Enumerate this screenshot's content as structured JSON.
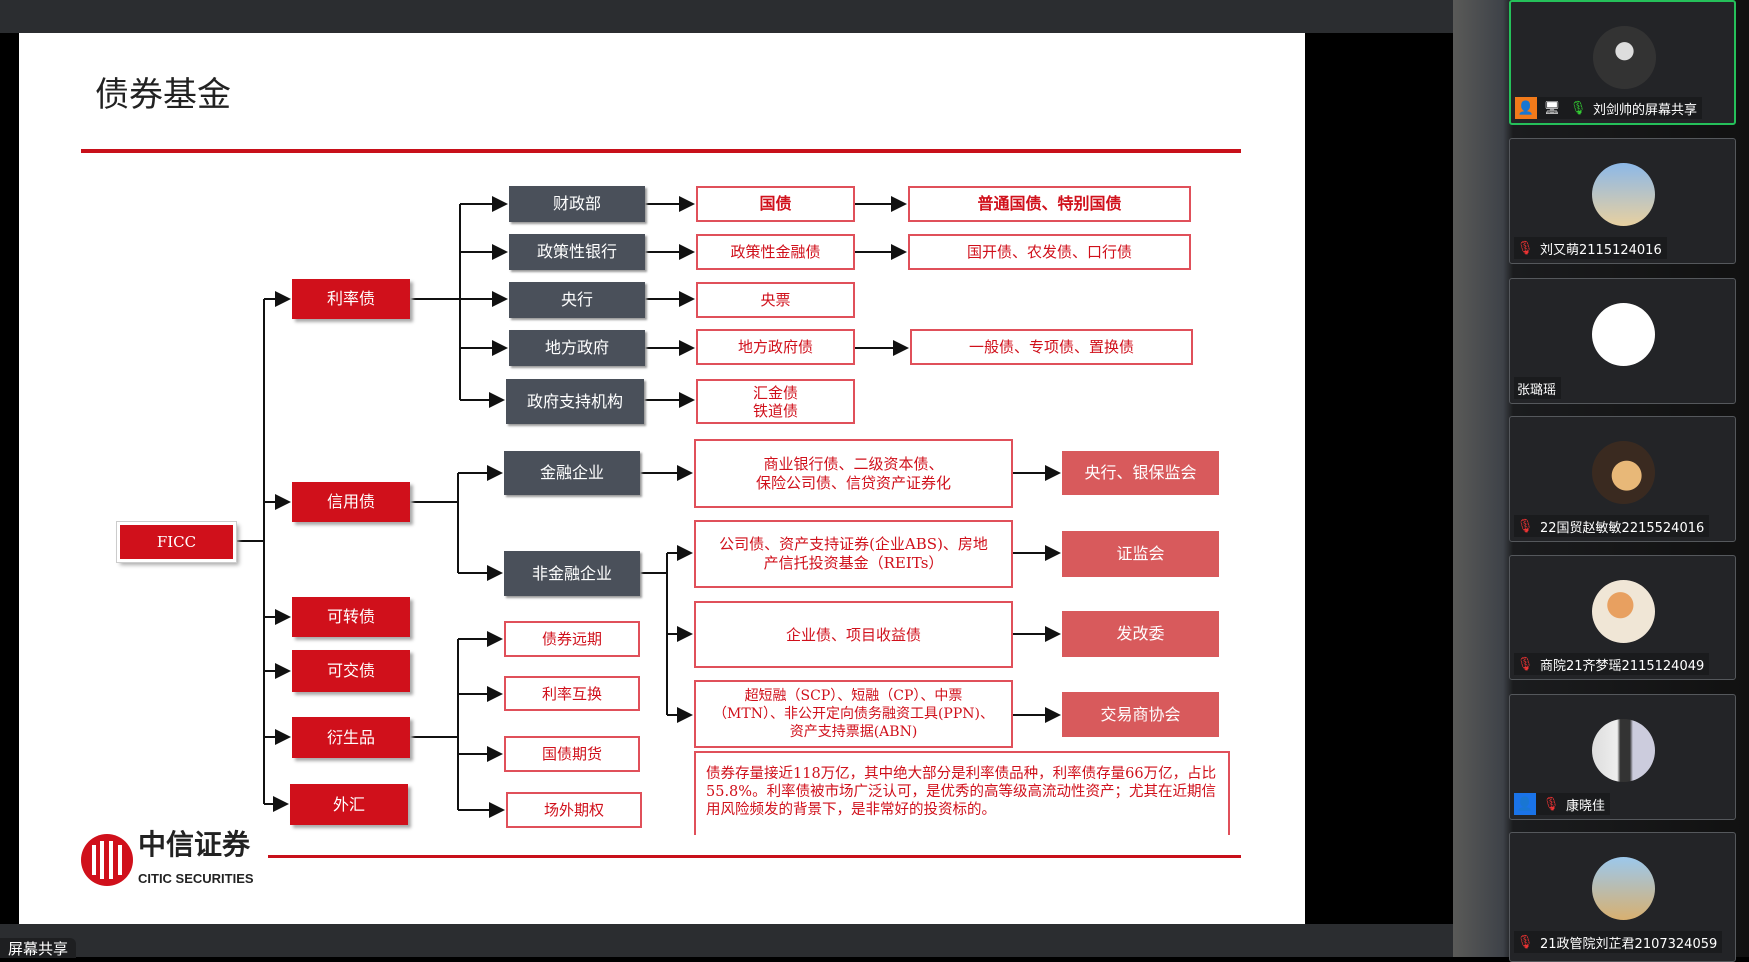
{
  "window": {
    "bottom_label": "屏幕共享"
  },
  "slide": {
    "title": "债券基金",
    "root": "FICC",
    "categories": [
      "利率债",
      "信用债",
      "可转债",
      "可交债",
      "衍生品",
      "外汇"
    ],
    "rate_issuers": [
      "财政部",
      "政策性银行",
      "央行",
      "地方政府",
      "政府支持机构"
    ],
    "rate_bonds": [
      "国债",
      "政策性金融债",
      "央票",
      "地方政府债",
      "汇金债\n铁道债"
    ],
    "rate_details": [
      "普通国债、特别国债",
      "国开债、农发债、口行债",
      "一般债、专项债、置换债"
    ],
    "credit_issuers": [
      "金融企业",
      "非金融企业"
    ],
    "credit_bonds": [
      "商业银行债、二级资本债、\n保险公司债、信贷资产证券化",
      "公司债、资产支持证券(企业ABS)、房地\n产信托投资基金（REITs）",
      "企业债、项目收益债",
      "超短融（SCP）、短融（CP）、中票\n（MTN）、非公开定向债务融资工具(PPN)、\n资产支持票据(ABN)"
    ],
    "regulators": [
      "央行、银保监会",
      "证监会",
      "发改委",
      "交易商协会"
    ],
    "derivatives": [
      "债券远期",
      "利率互换",
      "国债期货",
      "场外期权"
    ],
    "note": "债券存量接近118万亿，其中绝大部分是利率债品种，利率债存量66万亿，占比55.8%。利率债被市场广泛认可，是优秀的高等级高流动性资产；尤其在近期信用风险频发的背景下，是非常好的投资标的。",
    "logo_cn": "中信证券",
    "logo_en": "CITIC SECURITIES",
    "accent": "#d0101b"
  },
  "participants": [
    {
      "name": "刘剑帅的屏幕共享",
      "mic": "on",
      "host": true,
      "sharing": true
    },
    {
      "name": "刘又萌2115124016",
      "mic": "muted"
    },
    {
      "name": "张璐瑶",
      "mic": "none"
    },
    {
      "name": "22国贸赵敏敏2215524016",
      "mic": "muted"
    },
    {
      "name": "商院21齐梦瑶2115124049",
      "mic": "muted"
    },
    {
      "name": "康晓佳",
      "mic": "muted",
      "cohost": true
    },
    {
      "name": "21政管院刘芷君2107324059",
      "mic": "muted"
    }
  ]
}
